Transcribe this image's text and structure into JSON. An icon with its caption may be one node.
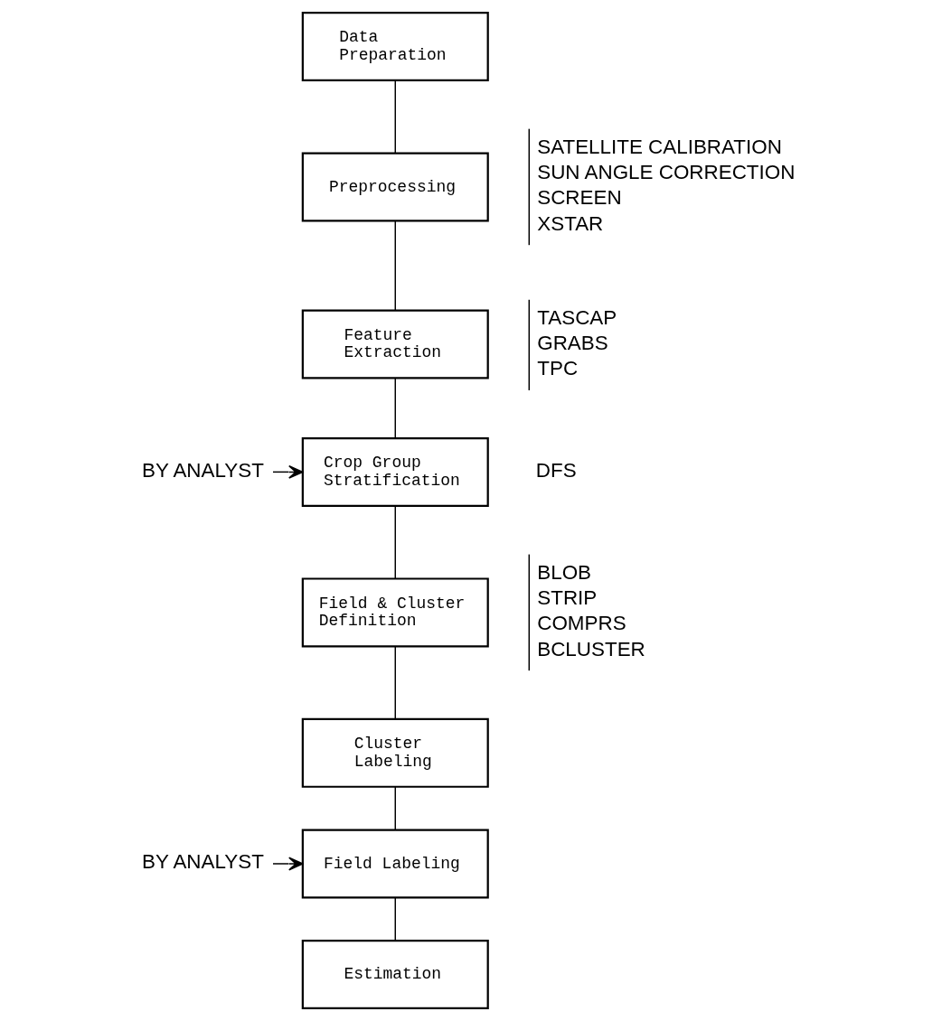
{
  "diagram": {
    "nodes": [
      {
        "text": [
          "Data Preparation"
        ]
      },
      {
        "text": [
          "Preprocessing"
        ],
        "beside": [
          "SATELLITE CALIBRATION",
          "SUN ANGLE CORRECTION",
          "SCREEN",
          "XSTAR"
        ]
      },
      {
        "text": [
          "Feature Extraction"
        ],
        "beside": [
          "TASCAP",
          "GRABS",
          "TPC"
        ]
      },
      {
        "text": [
          "BY ANALYST"
        ]
      },
      {
        "text": [
          "Crop Group Stratification"
        ],
        "beside": [
          "DFS"
        ]
      },
      {
        "text": [
          "Field & Cluster Definition"
        ],
        "beside": [
          "BLOB",
          "STRIP",
          "COMPRS",
          "BCLUSTER"
        ]
      },
      {
        "text": [
          "Cluster Labeling"
        ]
      },
      {
        "text": [
          "BY ANALYST"
        ]
      },
      {
        "text": [
          "Field Labeling"
        ]
      },
      {
        "text": [
          "Estimation"
        ]
      }
    ],
    "edges": [
      {
        "from": 0,
        "to": 1,
        "arrow": "none"
      },
      {
        "from": 1,
        "to": 2,
        "arrow": "none"
      },
      {
        "from": 2,
        "to": 4,
        "arrow": "none"
      },
      {
        "from": 3,
        "to": 4,
        "arrow": "to"
      },
      {
        "from": 4,
        "to": 5,
        "arrow": "none"
      },
      {
        "from": 5,
        "to": 6,
        "arrow": "none"
      },
      {
        "from": 6,
        "to": 8,
        "arrow": "none"
      },
      {
        "from": 7,
        "to": 8,
        "arrow": "to"
      },
      {
        "from": 8,
        "to": 9,
        "arrow": "none"
      }
    ]
  }
}
